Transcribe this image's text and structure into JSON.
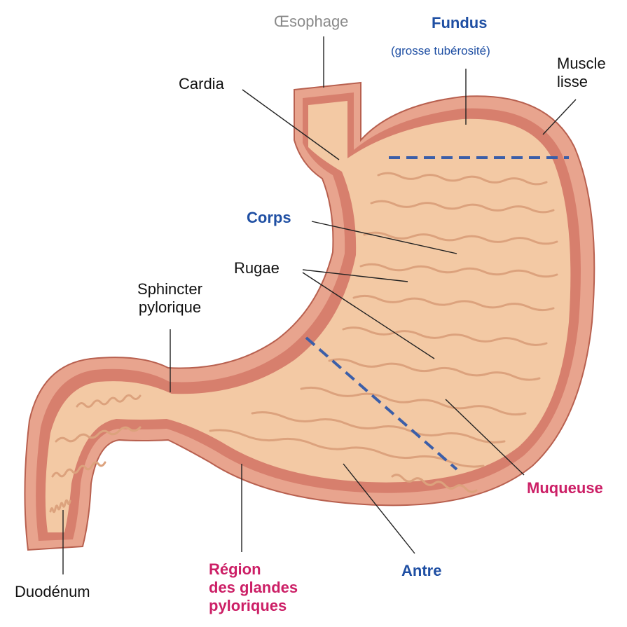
{
  "colors": {
    "stomach_outer": "#e8a48e",
    "muscle_layer": "#d77f6d",
    "mucosa": "#f3c9a4",
    "rugae": "#dca27d",
    "division_line": "#3b5ea8",
    "leader_line": "#222222",
    "blue_label": "#1f4fa3",
    "pink_label": "#cc1f66"
  },
  "labels": {
    "esophagus": "Œsophage",
    "fundus": "Fundus",
    "fundus_note": "(grosse tubérosité)",
    "smooth_muscle": "Muscle\nlisse",
    "cardia": "Cardia",
    "body": "Corps",
    "rugae": "Rugae",
    "pyloric_sphincter": "Sphincter\npylorique",
    "mucosa": "Muqueuse",
    "duodenum": "Duodénum",
    "pyloric_gland_region": "Région\ndes glandes\npyloriques",
    "antrum": "Antre"
  }
}
